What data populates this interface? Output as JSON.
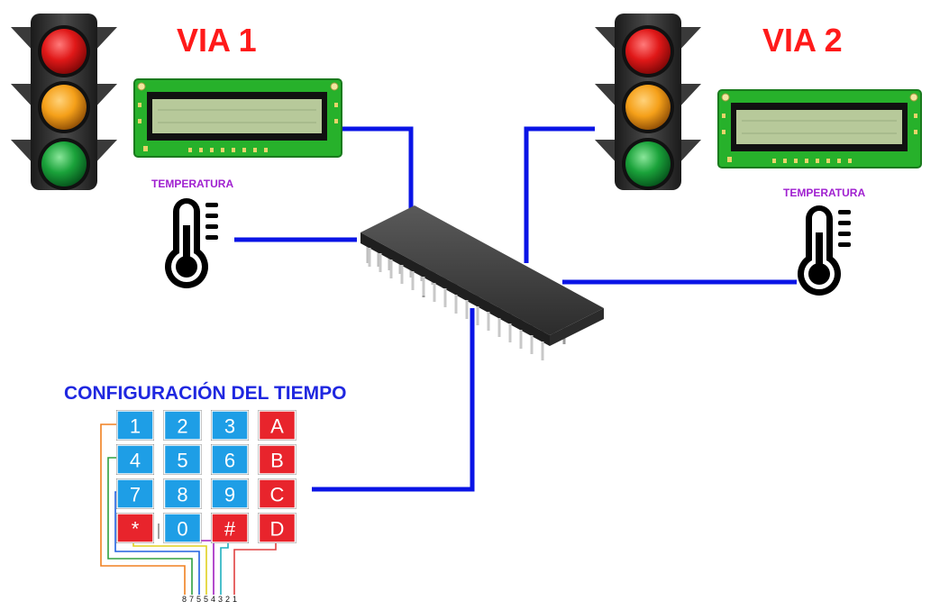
{
  "labels": {
    "via1": "VIA 1",
    "via2": "VIA 2",
    "temp1": "TEMPERATURA",
    "temp2": "TEMPERATURA",
    "config": "CONFIGURACIÓN DEL TIEMPO"
  },
  "keypad": {
    "rows": [
      [
        "1",
        "2",
        "3",
        "A"
      ],
      [
        "4",
        "5",
        "6",
        "B"
      ],
      [
        "7",
        "8",
        "9",
        "C"
      ],
      [
        "*",
        "0",
        "#",
        "D"
      ]
    ],
    "pins": [
      "8",
      "7",
      "5",
      "5",
      "4",
      "3",
      "2",
      "1"
    ]
  },
  "colors": {
    "wire": "#0a14e6",
    "via_title": "#ff1a1a",
    "temp_label": "#a020d0",
    "config_label": "#1f27e0",
    "key_blue": "#1e9ee6",
    "key_red": "#e8242c",
    "lcd_board": "#27b12b",
    "lcd_screen": "#b7c99a",
    "chip": "#3a3a3a",
    "light_red": "#e01818",
    "light_amber": "#f5a019",
    "light_green": "#1aa23a"
  },
  "icons": {
    "traffic_light": "traffic-light-icon",
    "lcd": "lcd-display-icon",
    "thermometer": "thermometer-icon",
    "microcontroller": "microcontroller-chip-icon",
    "keypad": "keypad-icon"
  }
}
